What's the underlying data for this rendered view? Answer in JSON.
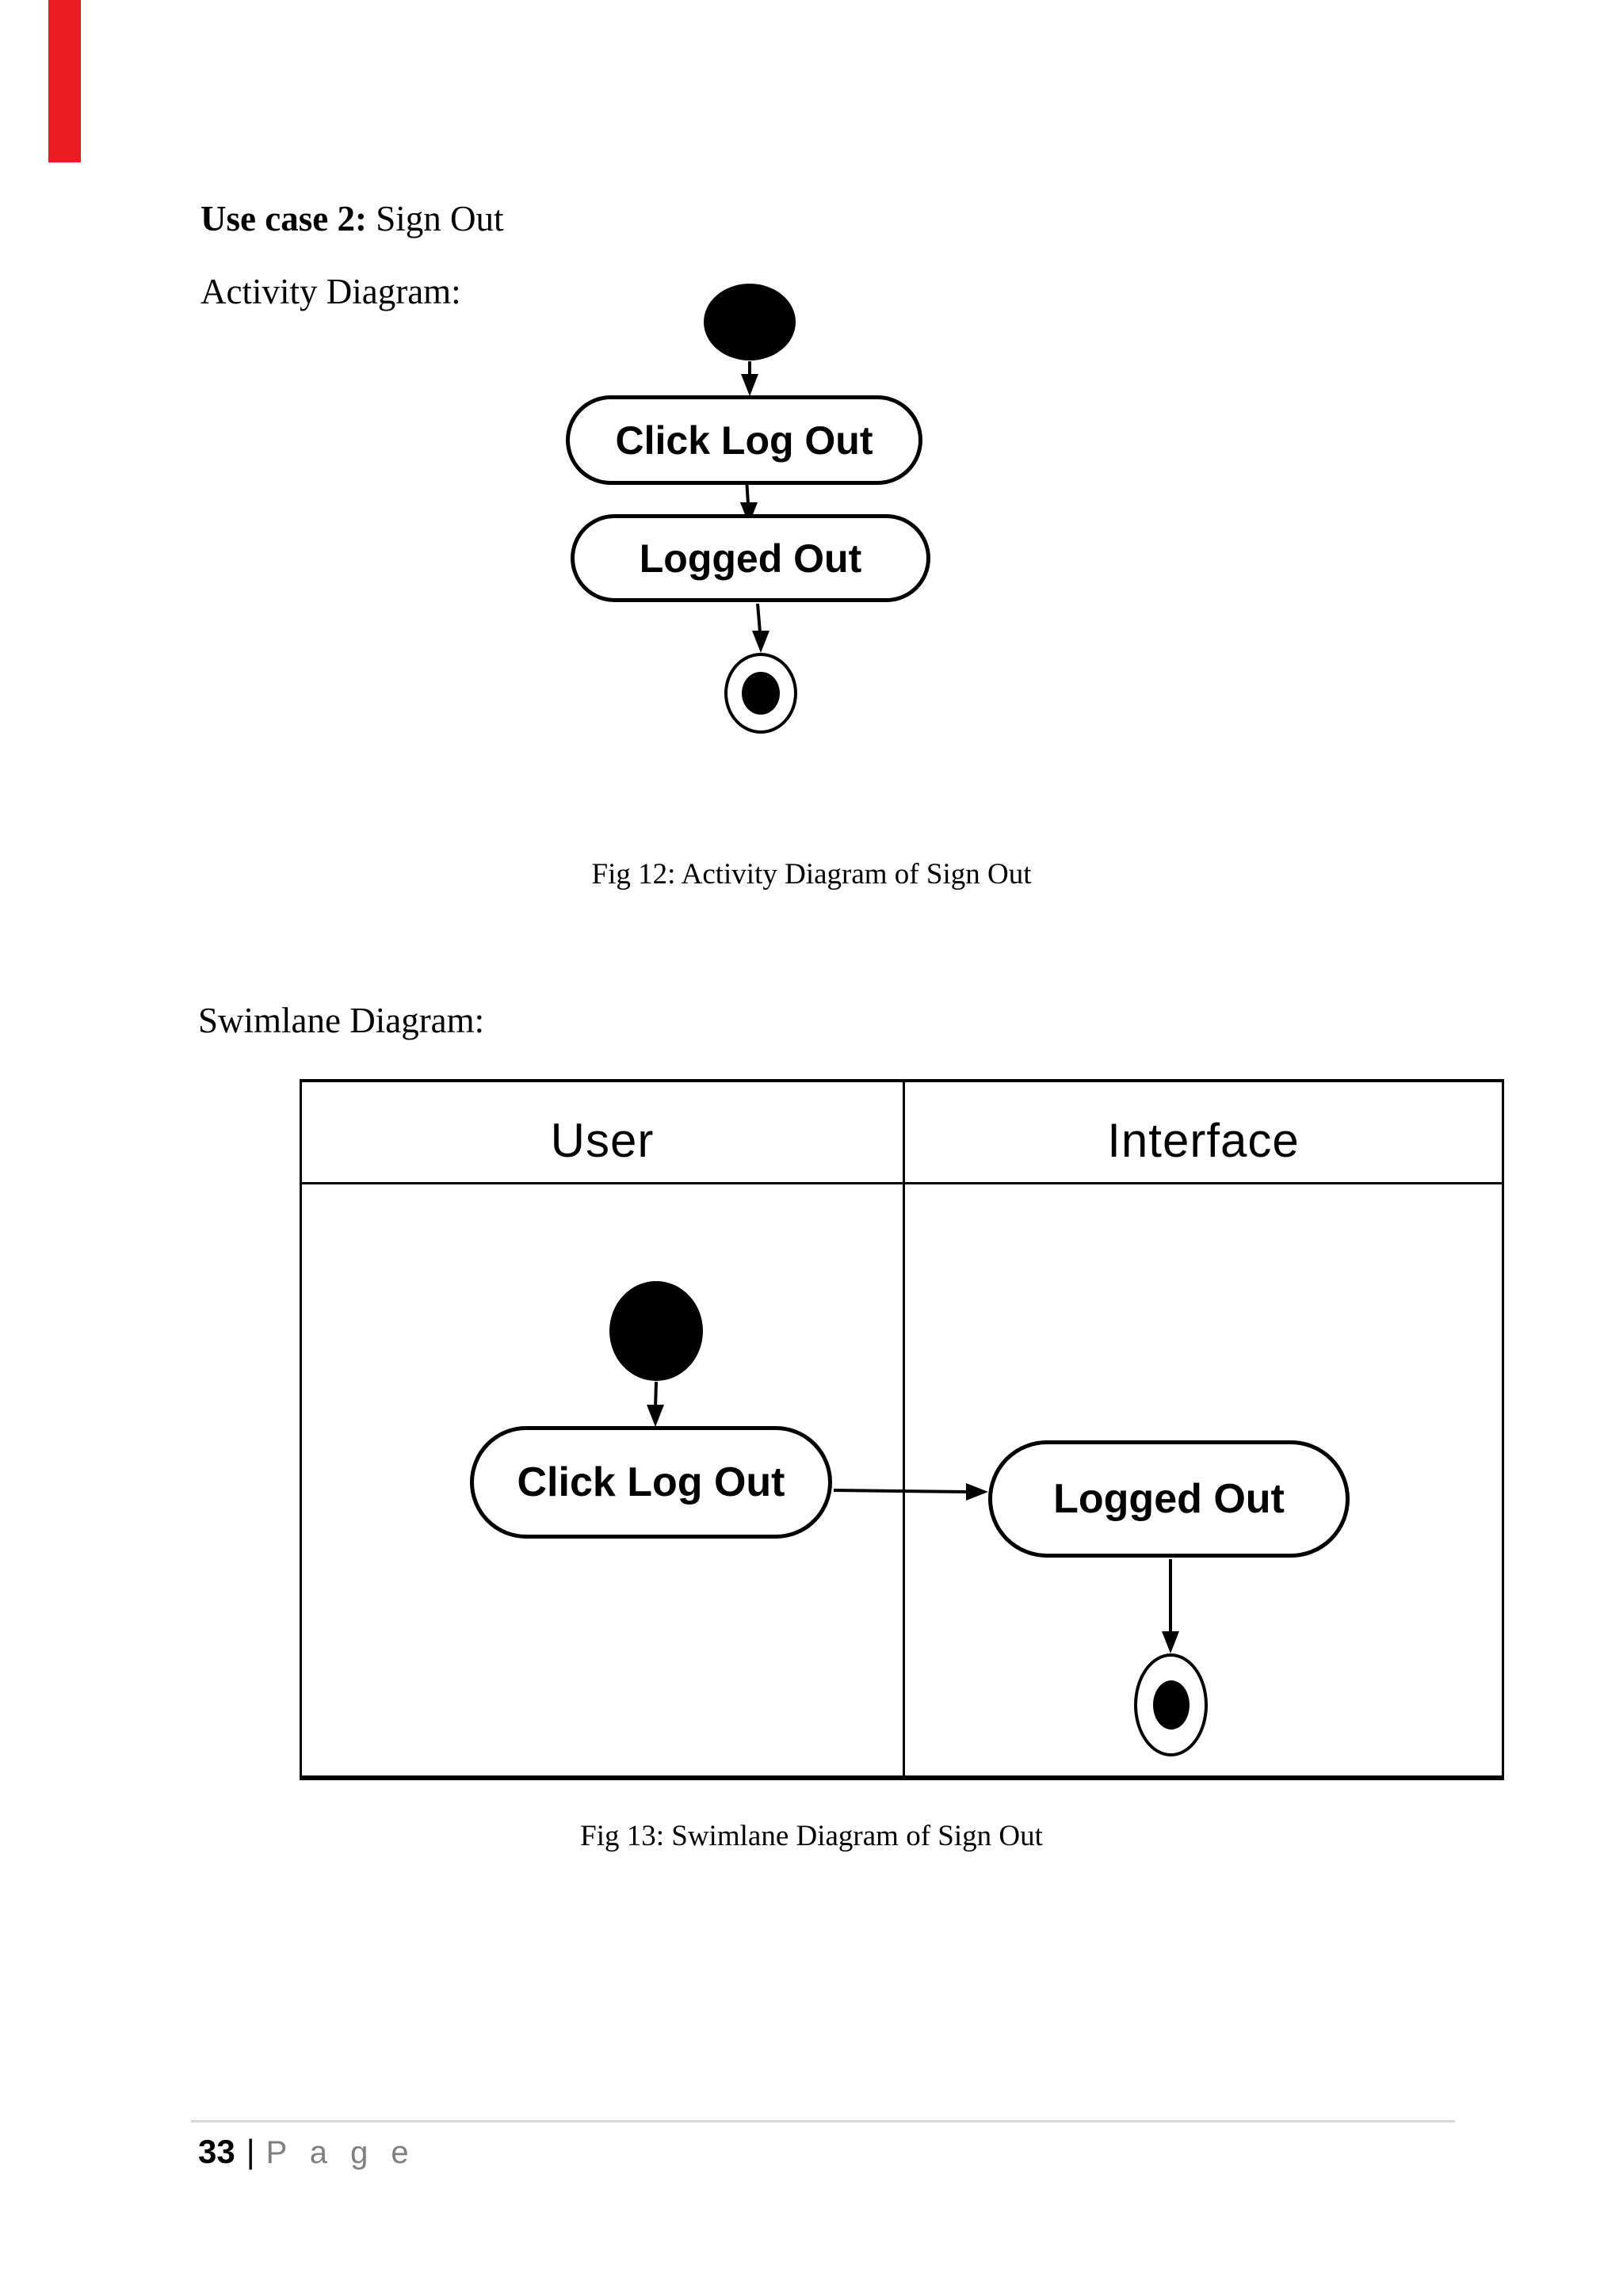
{
  "document": {
    "use_case_heading": {
      "bold": "Use case 2:",
      "rest": " Sign Out"
    },
    "activity_heading": "Activity Diagram:",
    "swimlane_heading": "Swimlane Diagram:",
    "fig12_caption": "Fig 12: Activity Diagram of Sign Out",
    "fig13_caption": "Fig 13: Swimlane Diagram of Sign Out",
    "footer": {
      "page_number": "33",
      "separator": "|",
      "label": "P a g e"
    }
  },
  "activity_diagram": {
    "nodes": [
      {
        "type": "start"
      },
      {
        "type": "action",
        "label": "Click Log Out"
      },
      {
        "type": "action",
        "label": "Logged Out"
      },
      {
        "type": "final"
      }
    ]
  },
  "swimlane_diagram": {
    "lanes": [
      {
        "label": "User"
      },
      {
        "label": "Interface"
      }
    ],
    "nodes": [
      {
        "type": "start",
        "lane": "User"
      },
      {
        "type": "action",
        "lane": "User",
        "label": "Click Log Out"
      },
      {
        "type": "action",
        "lane": "Interface",
        "label": "Logged Out"
      },
      {
        "type": "final",
        "lane": "Interface"
      }
    ]
  },
  "colors": {
    "accent_red": "#ed1c24",
    "ink": "#000000",
    "footer_gray": "#7f7f7f",
    "footer_rule_gray": "#d8d8d8"
  }
}
